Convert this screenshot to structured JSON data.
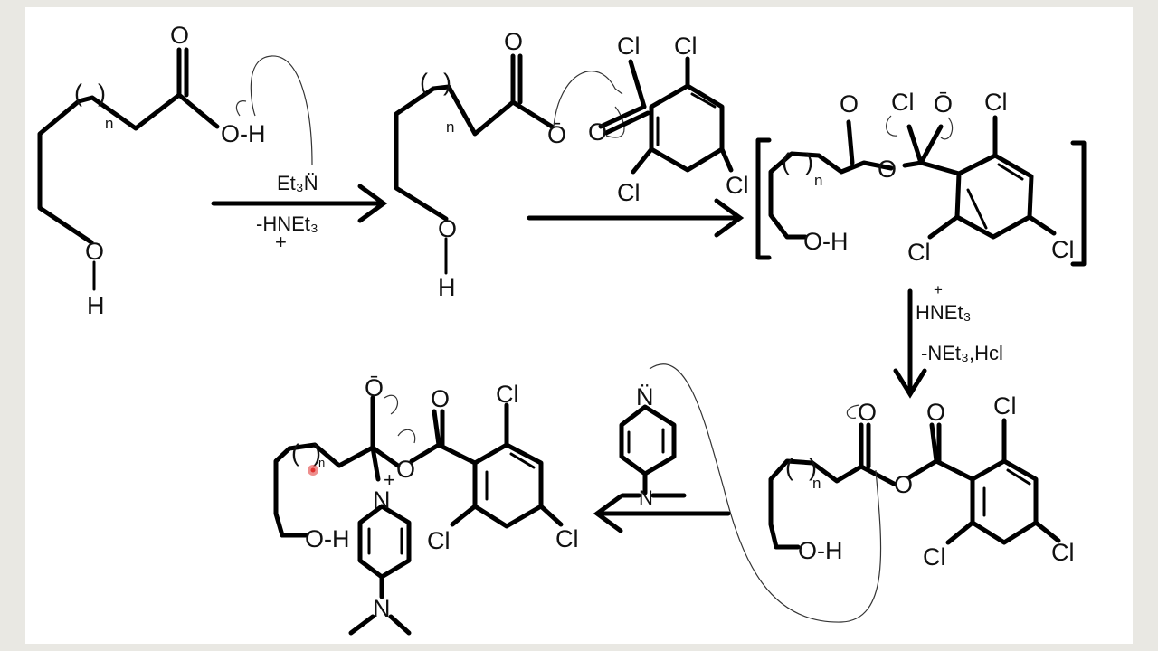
{
  "diagram": {
    "background": "#e9e8e3",
    "panel_color": "#ffffff",
    "ink_color": "#000000",
    "marker_color": "#e0322f",
    "labels": {
      "o": "O",
      "o_neg": "Ō",
      "oh": "O-H",
      "h": "H",
      "cl": "Cl",
      "n_sub": "n",
      "paren_open": "(",
      "paren_close": ")",
      "n_plus": "N",
      "plus": "+",
      "n_lone": "N̈"
    },
    "reagents": {
      "step1_top": "Et₃N̈",
      "step1_bottom": "-HNEt₃",
      "step1_charge": "+",
      "step3_top": "HNEt₃",
      "step3_top_charge": "+",
      "step3_bottom": "-NEt₃,Hcl"
    }
  }
}
